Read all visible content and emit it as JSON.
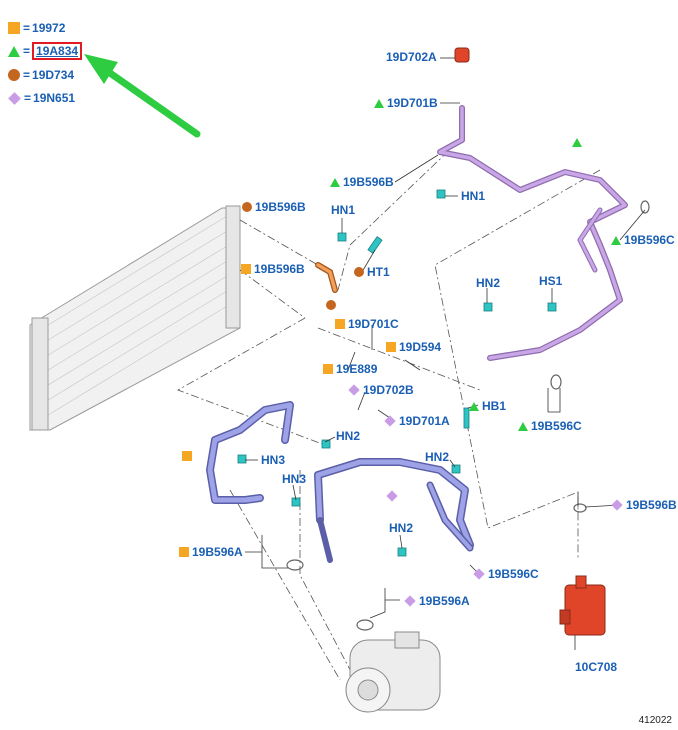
{
  "legend": [
    {
      "symbol": "square",
      "code": "19972"
    },
    {
      "symbol": "triangle",
      "code": "19A834",
      "highlighted": true
    },
    {
      "symbol": "circle",
      "code": "19D734"
    },
    {
      "symbol": "diamond",
      "code": "19N651"
    }
  ],
  "legend_eq": "=",
  "callouts": {
    "c19D702A": "19D702A",
    "c19D701B": "19D701B",
    "c19B596B_a": "19B596B",
    "cHN1_a": "HN1",
    "c19B596B_b": "19B596B",
    "cHN1_b": "HN1",
    "c19B596C_a": "19B596C",
    "c19B596B_c": "19B596B",
    "cHT1": "HT1",
    "cHN2_a": "HN2",
    "cHS1": "HS1",
    "c19D701C": "19D701C",
    "c19D594": "19D594",
    "c19E889": "19E889",
    "c19D702B": "19D702B",
    "c19D701A": "19D701A",
    "cHB1": "HB1",
    "c19B596C_b": "19B596C",
    "cHN2_b": "HN2",
    "cHN3_a": "HN3",
    "cHN2_c": "HN2",
    "cHN3_b": "HN3",
    "c19B596B_d": "19B596B",
    "cHN2_d": "HN2",
    "c19B596A_a": "19B596A",
    "c19B596C_c": "19B596C",
    "c19B596A_b": "19B596A",
    "c10C708": "10C708"
  },
  "reference": "412022",
  "colors": {
    "callout_text": "#1a5fb4",
    "square": "#f5a623",
    "triangle": "#2ecc40",
    "circle": "#c4661f",
    "diamond": "#c99de6",
    "highlight": "#e01b24",
    "arrow": "#2ecc40",
    "hose_purple": "#b98ad6",
    "hose_blue": "#8a8fd6",
    "reservoir": "#e0452a"
  }
}
